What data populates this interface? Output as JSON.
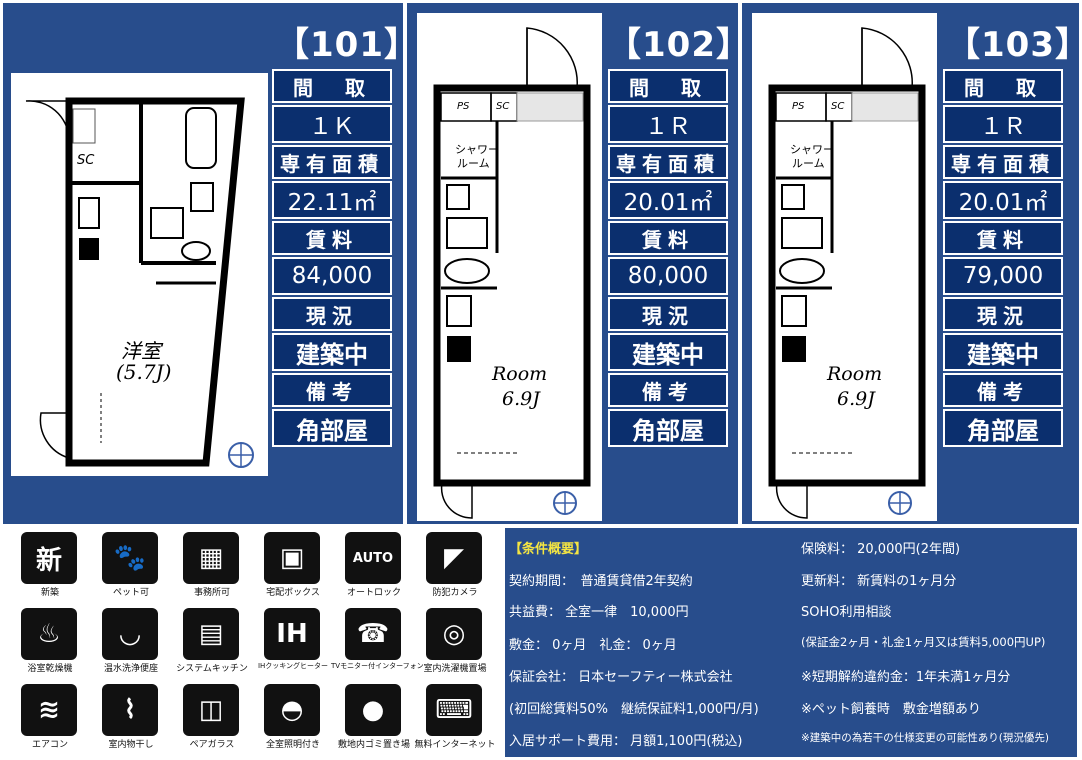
{
  "units": [
    {
      "title": "【101】",
      "specs": [
        {
          "label": "間　取",
          "value": "１Ｋ"
        },
        {
          "label": "専有面積",
          "value": "22.11㎡"
        },
        {
          "label": "賃料",
          "value": "84,000"
        },
        {
          "label": "現況",
          "value": "建築中"
        },
        {
          "label": "備考",
          "value": "角部屋"
        }
      ],
      "plan": {
        "room_label": "洋室",
        "room_size": "(5.7J)",
        "sc": "SC"
      }
    },
    {
      "title": "【102】",
      "specs": [
        {
          "label": "間　取",
          "value": "１Ｒ"
        },
        {
          "label": "専有面積",
          "value": "20.01㎡"
        },
        {
          "label": "賃料",
          "value": "80,000"
        },
        {
          "label": "現況",
          "value": "建築中"
        },
        {
          "label": "備考",
          "value": "角部屋"
        }
      ],
      "plan": {
        "room_label": "Room",
        "room_size": "6.9J",
        "ps": "PS",
        "sc": "SC",
        "shower": "シャワー",
        "shower2": "ルーム"
      }
    },
    {
      "title": "【103】",
      "specs": [
        {
          "label": "間　取",
          "value": "１Ｒ"
        },
        {
          "label": "専有面積",
          "value": "20.01㎡"
        },
        {
          "label": "賃料",
          "value": "79,000"
        },
        {
          "label": "現況",
          "value": "建築中"
        },
        {
          "label": "備考",
          "value": "角部屋"
        }
      ],
      "plan": {
        "room_label": "Room",
        "room_size": "6.9J",
        "ps": "PS",
        "sc": "SC",
        "shower": "シャワー",
        "shower2": "ルーム"
      }
    }
  ],
  "icons": [
    {
      "name": "新築",
      "glyph": "新"
    },
    {
      "name": "ペット可",
      "glyph": "🐾"
    },
    {
      "name": "事務所可",
      "glyph": "▦"
    },
    {
      "name": "宅配ボックス",
      "glyph": "▣"
    },
    {
      "name": "オートロック",
      "glyph": "AUTO"
    },
    {
      "name": "防犯カメラ",
      "glyph": "◤"
    },
    {
      "name": "浴室乾燥機",
      "glyph": "♨"
    },
    {
      "name": "温水洗浄便座",
      "glyph": "◡"
    },
    {
      "name": "システムキッチン",
      "glyph": "▤"
    },
    {
      "name": "IHクッキングヒーター",
      "glyph": "IH"
    },
    {
      "name": "TVモニター付インターフォン",
      "glyph": "☎"
    },
    {
      "name": "室内洗濯機置場",
      "glyph": "◎"
    },
    {
      "name": "エアコン",
      "glyph": "≋"
    },
    {
      "name": "室内物干し",
      "glyph": "⌇"
    },
    {
      "name": "ペアガラス",
      "glyph": "◫"
    },
    {
      "name": "全室照明付き",
      "glyph": "◓"
    },
    {
      "name": "敷地内ゴミ置き場",
      "glyph": "●"
    },
    {
      "name": "無料インターネット",
      "glyph": "⌨"
    }
  ],
  "conditions": {
    "heading": "【条件概要】",
    "left": [
      "契約期間：　普通賃貸借2年契約",
      "共益費：  全室一律　10,000円",
      "敷金：  0ヶ月　礼金：  0ヶ月",
      "保証会社：  日本セーフティー株式会社",
      "(初回総賃料50%　継続保証料1,000円/月)",
      "入居サポート費用：  月額1,100円(税込)"
    ],
    "right": [
      "保険料：  20,000円(2年間)",
      "更新料：  新賃料の1ヶ月分",
      "SOHO利用相談",
      "(保証金2ヶ月・礼金1ヶ月又は賃料5,000円UP)",
      "※短期解約違約金：1年未満1ヶ月分",
      "※ペット飼養時　敷金増額あり",
      "※建築中の為若干の仕様変更の可能性あり(現況優先)"
    ]
  },
  "colors": {
    "panel": "#284d8c",
    "cell": "#0b2f6e",
    "highlight": "#f4e542"
  }
}
